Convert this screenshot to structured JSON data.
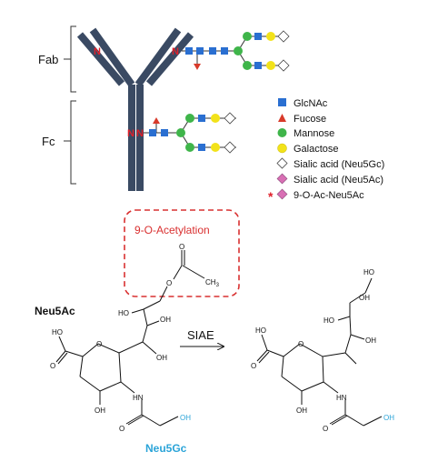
{
  "regions": {
    "fab": "Fab",
    "fc": "Fc"
  },
  "glycosylation_marker": "N",
  "legend": [
    {
      "icon": "blue-square-icon",
      "label": "GlcNAc"
    },
    {
      "icon": "red-triangle-icon",
      "label": "Fucose"
    },
    {
      "icon": "green-circle-icon",
      "label": "Mannose"
    },
    {
      "icon": "yellow-circle-icon",
      "label": "Galactose"
    },
    {
      "icon": "white-diamond-icon",
      "label": "Sialic acid (Neu5Gc)"
    },
    {
      "icon": "pink-diamond-icon",
      "label": "Sialic acid (Neu5Ac)"
    },
    {
      "icon": "asterisk-pink-diamond-icon",
      "label": "9-O-Ac-Neu5Ac"
    }
  ],
  "acetylation": {
    "label": "9-O-Acetylation",
    "o": "O",
    "ch3": "CH",
    "ch3_sub": "3"
  },
  "left_molecule": {
    "name": "Neu5Ac",
    "bottom_name": "Neu5Gc",
    "atoms": {
      "ho_chain": "HO",
      "oh_chain": "OH",
      "ho_acid": "HO",
      "o_acid": "O",
      "o_ring": "O",
      "nh": "HN",
      "oh_ring": "OH",
      "o_amide": "O",
      "oh_tail": "OH"
    }
  },
  "reaction": {
    "enzyme": "SIAE"
  },
  "right_molecule": {
    "atoms": {
      "ho_top1": "HO",
      "oh_top": "OH",
      "ho_mid": "HO",
      "oh_chain": "OH",
      "ho_acid": "HO",
      "o_acid": "O",
      "o_ring": "O",
      "nh": "HN",
      "oh_ring": "OH",
      "o_amide": "O",
      "oh_tail": "OH"
    }
  },
  "colors": {
    "antibody": "#3a4a63",
    "glcnac": "#2a6fd1",
    "fucose": "#d83a2a",
    "mannose": "#3fb54a",
    "galactose": "#f2e21a",
    "neu5ac": "#d86fb4",
    "marker": "#e0202a",
    "highlight": "#d93030",
    "neu5gc_text": "#2ba4d8"
  }
}
